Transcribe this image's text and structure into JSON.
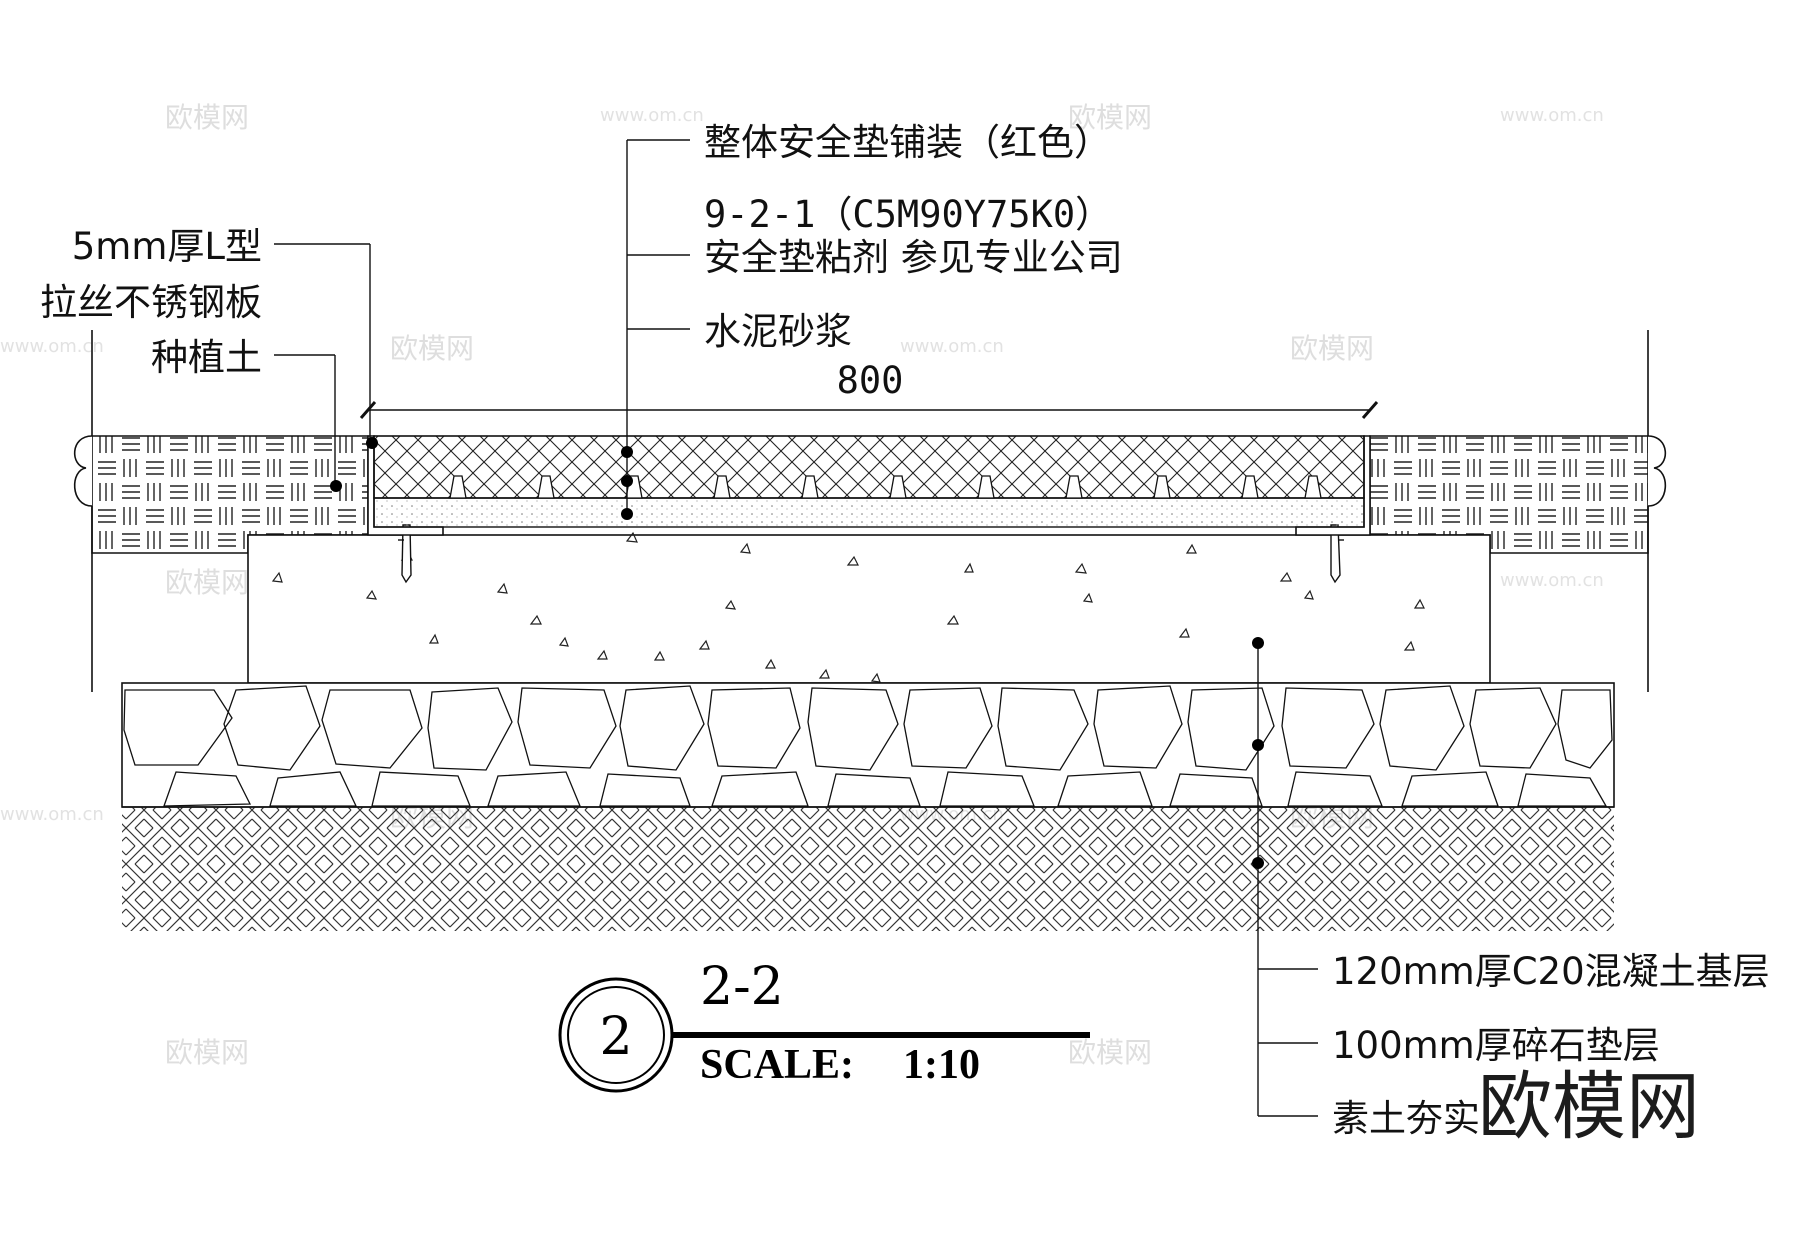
{
  "labels": {
    "safety_mat_paving": "整体安全垫铺装（红色）",
    "color_code": "9-2-1（C5M90Y75K0）",
    "adhesive": "安全垫粘剂 参见专业公司",
    "cement_mortar": "水泥砂浆",
    "steel_plate_line1": "5mm厚L型",
    "steel_plate_line2": "拉丝不锈钢板",
    "planting_soil": "种植土",
    "dimension": "800",
    "concrete_base": "120mm厚C20混凝土基层",
    "gravel_layer": "100mm厚碎石垫层",
    "compacted_soil": "素土夯实"
  },
  "title": {
    "number": "2",
    "section": "2-2",
    "scale_label": "SCALE:",
    "scale_value": "1:10"
  },
  "watermark": {
    "brand": "欧模网",
    "url": "www.om.cn"
  },
  "colors": {
    "line": "#111111",
    "watermark": "#dedede"
  }
}
